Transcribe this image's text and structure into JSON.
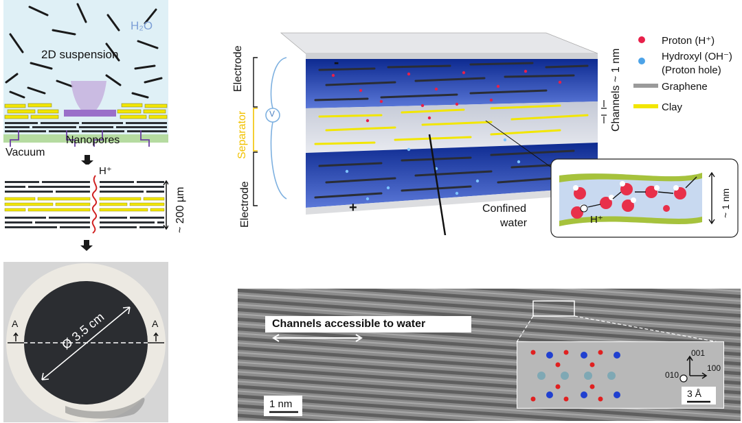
{
  "filtration": {
    "water_label": "H₂O",
    "suspension_label": "2D suspension",
    "vacuum_label": "Vacuum",
    "nanopores_label": "Nanopores"
  },
  "membrane": {
    "proton_label": "H⁺",
    "thickness_label": "~ 200 µm"
  },
  "photo": {
    "diameter_label": "Ø 3.5 cm",
    "section_label_left": "A",
    "section_label_right": "A"
  },
  "device": {
    "electrode_top_label": "Electrode",
    "separator_label": "Separator",
    "electrode_bottom_label": "Electrode",
    "minus_sign": "-",
    "plus_sign": "+",
    "voltmeter_label": "V",
    "channels_label": "Channels ~ 1 nm"
  },
  "legend": {
    "proton_label": "Proton (H⁺)",
    "hydroxyl_label": "Hydroxyl (OH⁻)",
    "proton_hole_label": "(Proton hole)",
    "graphene_label": "Graphene",
    "clay_label": "Clay"
  },
  "inset": {
    "confined_label_1": "Confined",
    "confined_label_2": "water",
    "proton_label": "H⁺",
    "scale_label": "~ 1 nm"
  },
  "tem": {
    "caption": "Channels accessible to water",
    "scale_bar": "1 nm"
  },
  "atomic": {
    "axis_001": "001",
    "axis_100": "100",
    "axis_010": "010",
    "scale_bar": "3 Å"
  },
  "colors": {
    "graphene": "#9a9a9a",
    "clay": "#f2e600",
    "proton": "#e8204a",
    "hydroxyl": "#4da3e8",
    "electrode_blue": "#1f3fb0",
    "separator_yellow": "#f2c200"
  }
}
